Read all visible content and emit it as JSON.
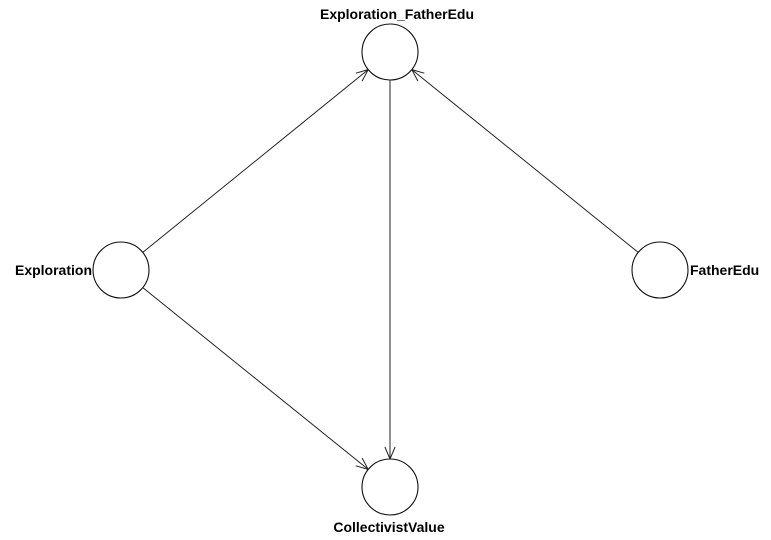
{
  "diagram": {
    "type": "directed-graph",
    "nodes": [
      {
        "id": "exploration_fatheredu",
        "label": "Exploration_FatherEdu"
      },
      {
        "id": "exploration",
        "label": "Exploration"
      },
      {
        "id": "fatheredu",
        "label": "FatherEdu"
      },
      {
        "id": "collectivistvalue",
        "label": "CollectivistValue"
      }
    ],
    "edges": [
      {
        "from": "exploration",
        "to": "exploration_fatheredu"
      },
      {
        "from": "fatheredu",
        "to": "exploration_fatheredu"
      },
      {
        "from": "exploration_fatheredu",
        "to": "collectivistvalue"
      },
      {
        "from": "exploration",
        "to": "collectivistvalue"
      }
    ],
    "colors": {
      "node_stroke": "#111111",
      "node_fill": "#ffffff",
      "edge_stroke": "#222222",
      "label": "#000000"
    }
  }
}
